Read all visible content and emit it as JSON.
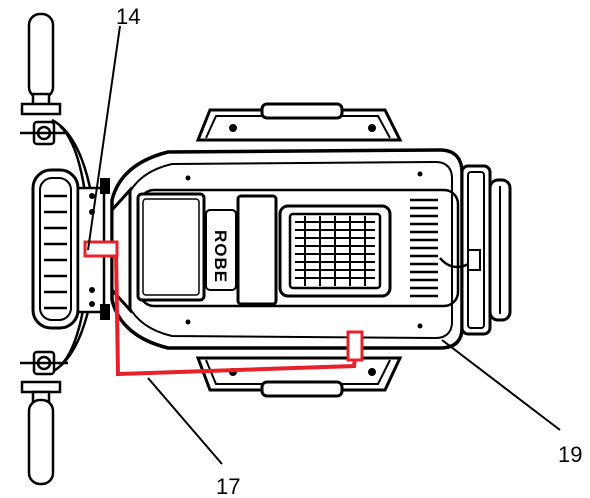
{
  "diagram": {
    "brand_mark": "ROBE",
    "callouts": [
      {
        "id": "14",
        "label": "14"
      },
      {
        "id": "17",
        "label": "17"
      },
      {
        "id": "19",
        "label": "19"
      }
    ],
    "colors": {
      "line": "#000000",
      "highlight": "#e8202a",
      "background": "#ffffff"
    }
  }
}
